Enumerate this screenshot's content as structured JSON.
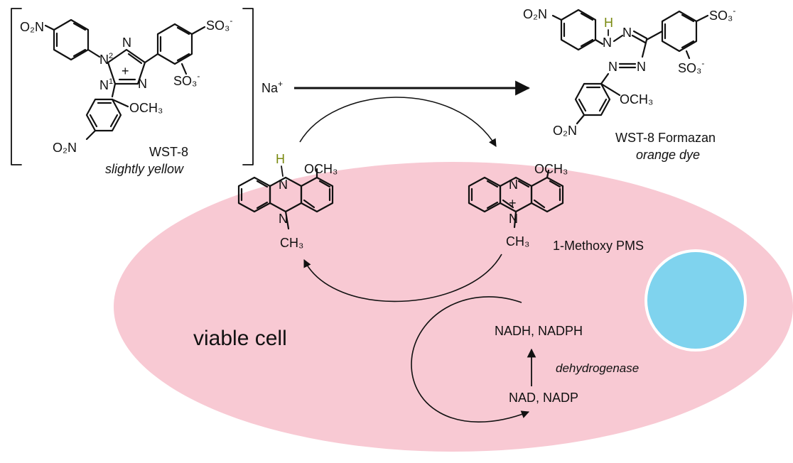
{
  "colors": {
    "cell_fill": "#f8c9d3",
    "nucleus_fill": "#7fd3ee",
    "cell_label": "#f06b9a",
    "ink": "#111111",
    "hydrogen": "#7a8a10"
  },
  "wst8": {
    "name": "WST-8",
    "desc": "slightly yellow",
    "counter_ion": "Na",
    "counter_charge": "+",
    "groups": {
      "nitro_top": "O₂N",
      "nitro_bottom": "O₂N",
      "methoxy": "OCH₃",
      "sulfo_top": "SO₃",
      "sulfo_bottom": "SO₃",
      "ring_charge": "+",
      "n": "N",
      "n2": "2",
      "n1": "1"
    }
  },
  "formazan": {
    "name": "WST-8 Formazan",
    "desc": "orange dye",
    "groups": {
      "nitro_top": "O₂N",
      "nitro_bottom": "O₂N",
      "methoxy": "OCH₃",
      "sulfo_top": "SO₃",
      "sulfo_bottom": "SO₃",
      "h": "H",
      "n": "N"
    }
  },
  "pms_reduced": {
    "methoxy": "OCH₃",
    "h": "H",
    "n": "N",
    "methyl": "CH₃"
  },
  "pms_oxidized": {
    "name": "1-Methoxy PMS",
    "methoxy": "OCH₃",
    "n": "N",
    "charge": "+",
    "methyl": "CH₃"
  },
  "cell": {
    "label": "viable cell",
    "nadh": "NADH, NADPH",
    "nad": "NAD, NADP",
    "enzyme": "dehydrogenase"
  }
}
